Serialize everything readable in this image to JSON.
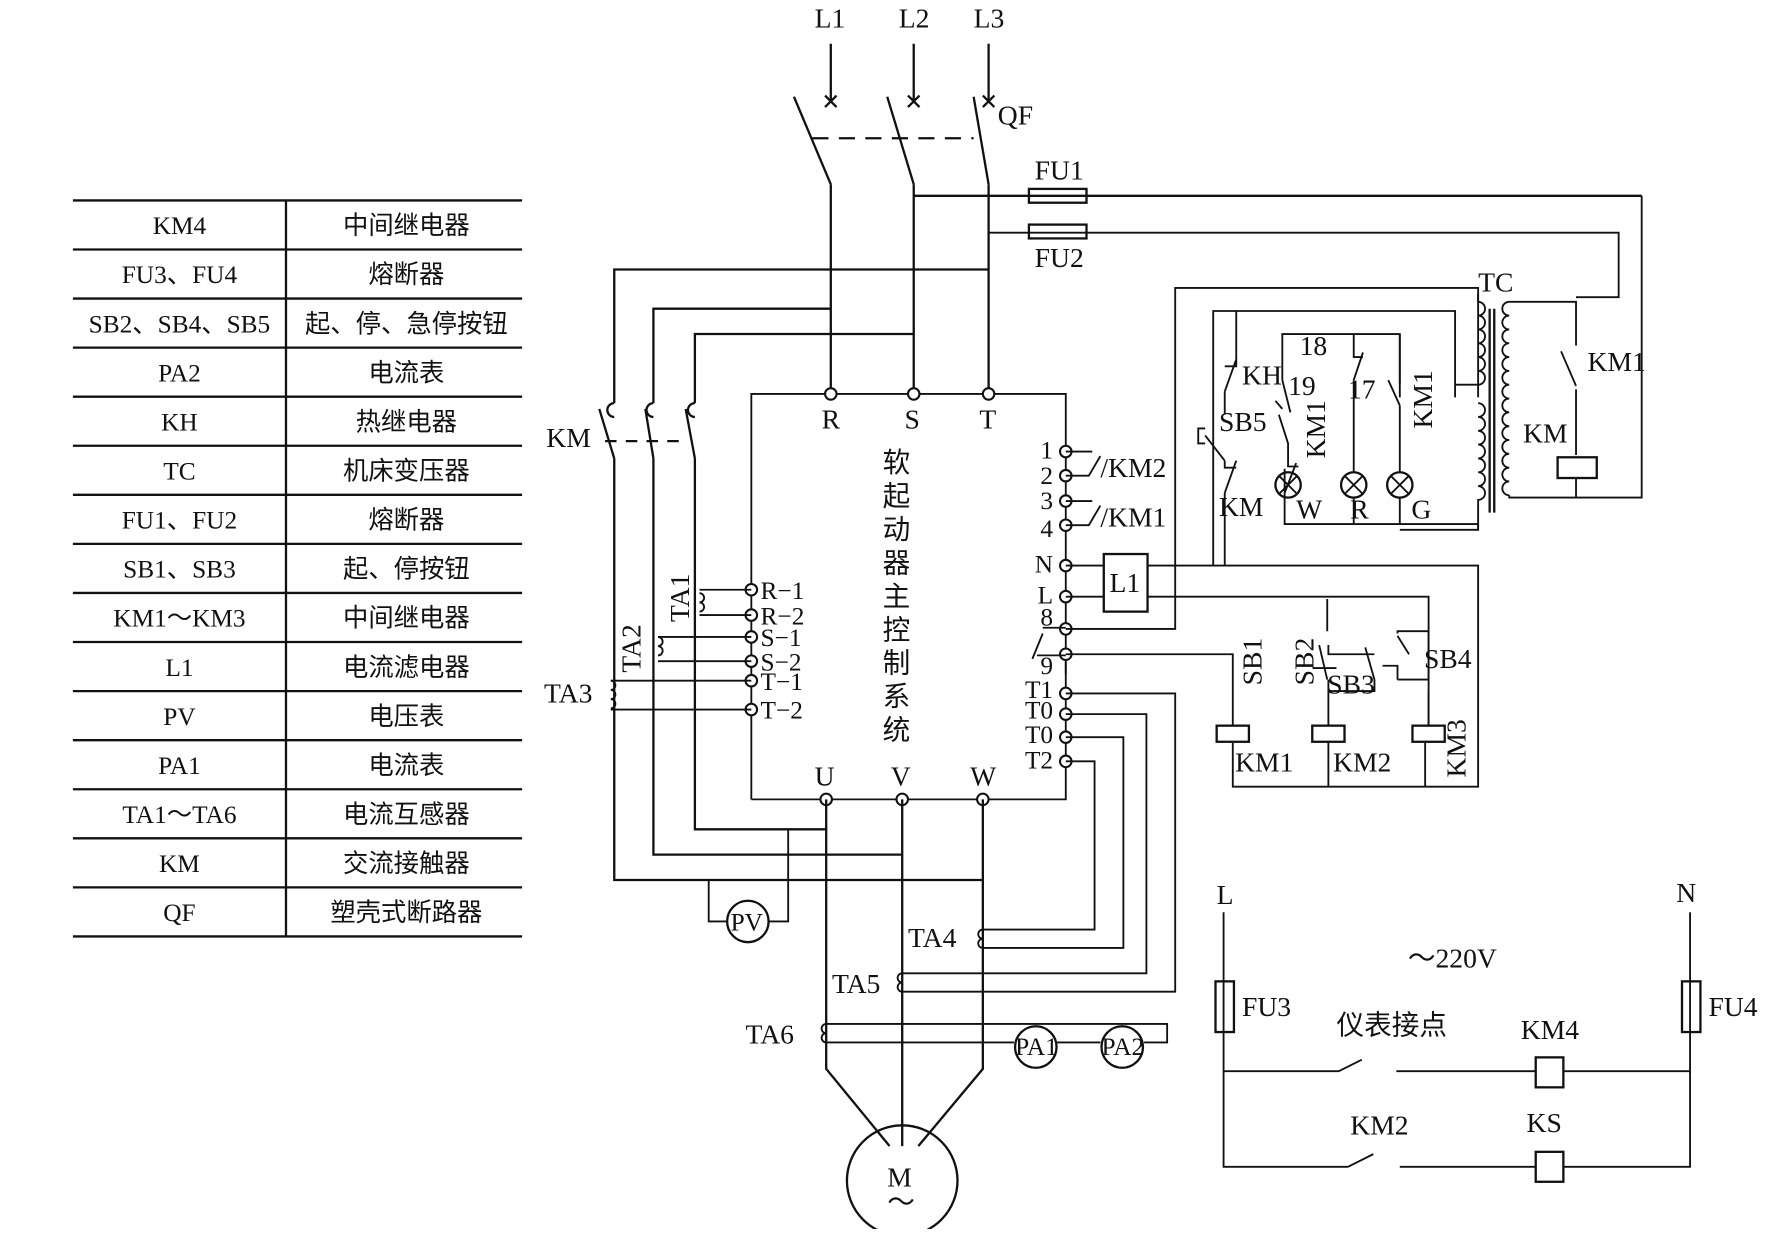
{
  "legend_table": {
    "rows": [
      {
        "code": "KM4",
        "name": "中间继电器"
      },
      {
        "code": "FU3、FU4",
        "name": "熔断器"
      },
      {
        "code": "SB2、SB4、SB5",
        "name": "起、停、急停按钮"
      },
      {
        "code": "PA2",
        "name": "电流表"
      },
      {
        "code": "KH",
        "name": "热继电器"
      },
      {
        "code": "TC",
        "name": "机床变压器"
      },
      {
        "code": "FU1、FU2",
        "name": "熔断器"
      },
      {
        "code": "SB1、SB3",
        "name": "起、停按钮"
      },
      {
        "code": "KM1～KM3",
        "name": "中间继电器"
      },
      {
        "code": "L1",
        "name": "电流滤电器"
      },
      {
        "code": "PV",
        "name": "电压表"
      },
      {
        "code": "PA1",
        "name": "电流表"
      },
      {
        "code": "TA1～TA6",
        "name": "电流互感器"
      },
      {
        "code": "KM",
        "name": "交流接触器"
      },
      {
        "code": "QF",
        "name": "塑壳式断路器"
      }
    ]
  },
  "supply": {
    "phases": [
      "L1",
      "L2",
      "L3"
    ],
    "breaker": "QF"
  },
  "fuses": {
    "fu1": "FU1",
    "fu2": "FU2",
    "fu3": "FU3",
    "fu4": "FU4"
  },
  "contactor": {
    "km": "KM"
  },
  "controller": {
    "title_chars": [
      "软",
      "起",
      "动",
      "器",
      "主",
      "控",
      "制",
      "系",
      "统"
    ],
    "inputs": [
      "R",
      "S",
      "T"
    ],
    "outputs": [
      "U",
      "V",
      "W"
    ],
    "ct_terminals": [
      "R−1",
      "R−2",
      "S−1",
      "S−2",
      "T−1",
      "T−2"
    ],
    "right_terminals": [
      "1",
      "2",
      "3",
      "4",
      "N",
      "L",
      "8",
      "9",
      "T1",
      "T0",
      "T0",
      "T2"
    ],
    "relay_labels": [
      "/KM2",
      "/KM1"
    ]
  },
  "current_transformers": [
    "TA1",
    "TA2",
    "TA3",
    "TA4",
    "TA5",
    "TA6"
  ],
  "meters": {
    "pv": "PV",
    "pa1": "PA1",
    "pa2": "PA2"
  },
  "motor": {
    "label": "M",
    "symbol": "～"
  },
  "filter": {
    "label": "L1"
  },
  "transformer": {
    "label": "TC"
  },
  "control_circuit": {
    "kh": "KH",
    "sb5": "SB5",
    "km": "KM",
    "km1_a": "KM1",
    "km1_b": "KM1",
    "km1_coil": "KM1",
    "km_coil": "KM",
    "node18": "18",
    "node19": "19",
    "node17": "17",
    "lamps": [
      "W",
      "R",
      "G"
    ]
  },
  "start_stop": {
    "sb1": "SB1",
    "sb2": "SB2",
    "sb3": "SB3",
    "sb4": "SB4",
    "coils": [
      "KM1",
      "KM2",
      "KM3"
    ]
  },
  "aux_circuit": {
    "l": "L",
    "n": "N",
    "voltage": "～220V",
    "meter_contact": "仪表接点",
    "km4": "KM4",
    "km2": "KM2",
    "ks": "KS"
  }
}
